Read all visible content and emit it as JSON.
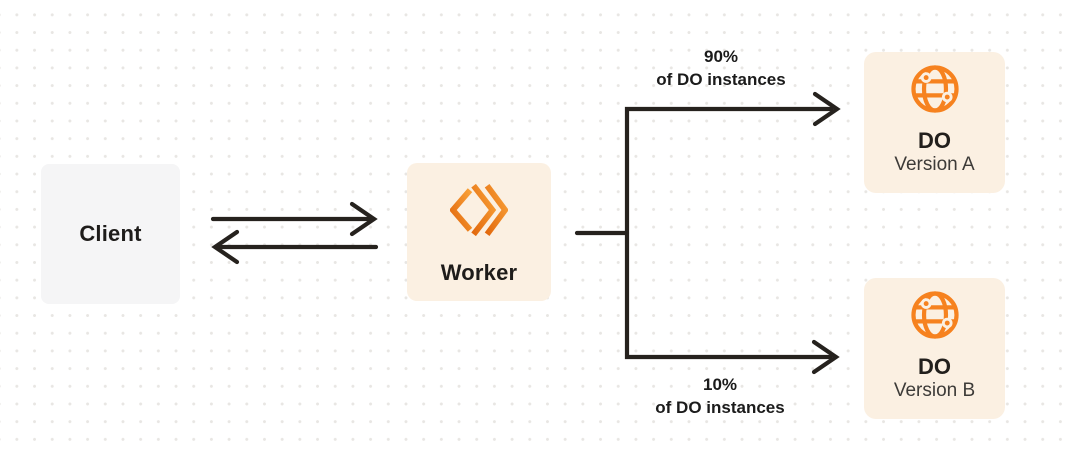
{
  "diagram": {
    "background_color": "#FFFFFF",
    "dot_grid_color": "#E8E6E3",
    "arrow_color": "#26221E",
    "label_color": "#1B1B1B",
    "orange": "#F6821F",
    "cream_fill": "#FBF0E2",
    "nodes": {
      "client": {
        "label": "Client",
        "fill": "#F5F5F6"
      },
      "worker": {
        "label": "Worker",
        "fill": "#FBF0E2",
        "icon": "cloudflare-workers-icon",
        "icon_color": "#F6821F"
      },
      "do_version_a": {
        "title": "DO",
        "subtitle": "Version A",
        "fill": "#FBF0E2",
        "icon": "durable-objects-globe-icon",
        "icon_color": "#F6821F"
      },
      "do_version_b": {
        "title": "DO",
        "subtitle": "Version B",
        "fill": "#FBF0E2",
        "icon": "durable-objects-globe-icon",
        "icon_color": "#F6821F"
      }
    },
    "edges": {
      "client_to_worker": {
        "from": "client",
        "to": "worker",
        "style": "arrow-right"
      },
      "worker_to_client": {
        "from": "worker",
        "to": "client",
        "style": "arrow-left"
      },
      "worker_to_do_a": {
        "from": "worker",
        "to": "do_version_a",
        "label_line1": "90%",
        "label_line2": "of DO instances"
      },
      "worker_to_do_b": {
        "from": "worker",
        "to": "do_version_b",
        "label_line1": "10%",
        "label_line2": "of DO instances"
      }
    }
  }
}
